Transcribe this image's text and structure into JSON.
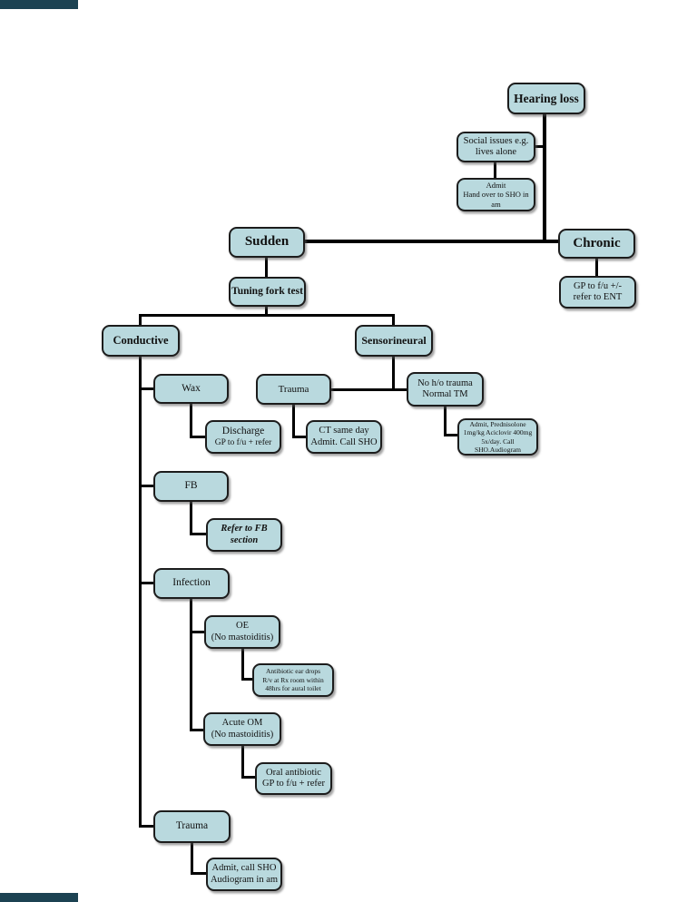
{
  "colors": {
    "background": "#ffffff",
    "box_fill": "#b9d9de",
    "box_border": "#1c1c1c",
    "connector": "#000000",
    "corner_bar": "#1c4252"
  },
  "nodes": {
    "hearing_loss": {
      "label": "Hearing loss"
    },
    "social_issues": {
      "label": "Social issues e.g.\nlives alone"
    },
    "admit_handover": {
      "label": "Admit\nHand over to SHO in\nam"
    },
    "sudden": {
      "label": "Sudden"
    },
    "chronic": {
      "label": "Chronic"
    },
    "gp_ent": {
      "label": "GP to f/u +/-\nrefer to ENT"
    },
    "tuning_fork": {
      "label": "Tuning fork test"
    },
    "conductive": {
      "label": "Conductive"
    },
    "sensorineural": {
      "label": "Sensorineural"
    },
    "wax": {
      "label": "Wax"
    },
    "trauma_sensorineural": {
      "label": "Trauma"
    },
    "no_trauma": {
      "label": "No h/o trauma\nNormal TM"
    },
    "discharge": {
      "title": "Discharge",
      "sub": "GP to f/u + refer"
    },
    "ct_same_day": {
      "label": "CT same day\nAdmit. Call SHO"
    },
    "prednisolone": {
      "label": "Admit, Prednisolone\n1mg/kg Aciclovir 400mg\n5x/day.  Call\nSHO.Audiogram"
    },
    "fb": {
      "label": "FB"
    },
    "refer_fb": {
      "label": "Refer to FB\nsection"
    },
    "infection": {
      "label": "Infection"
    },
    "oe": {
      "label": "OE\n(No mastoiditis)"
    },
    "antibiotic_drops": {
      "label": "Antibiotic ear drops\nR/v at Rx room within\n48hrs for aural toilet"
    },
    "acute_om": {
      "label": "Acute OM\n(No mastoiditis)"
    },
    "oral_antibiotic": {
      "label": "Oral antibiotic\nGP to f/u + refer"
    },
    "trauma_conductive": {
      "label": "Trauma"
    },
    "admit_call_sho": {
      "label": "Admit, call SHO\nAudiogram in am"
    }
  }
}
